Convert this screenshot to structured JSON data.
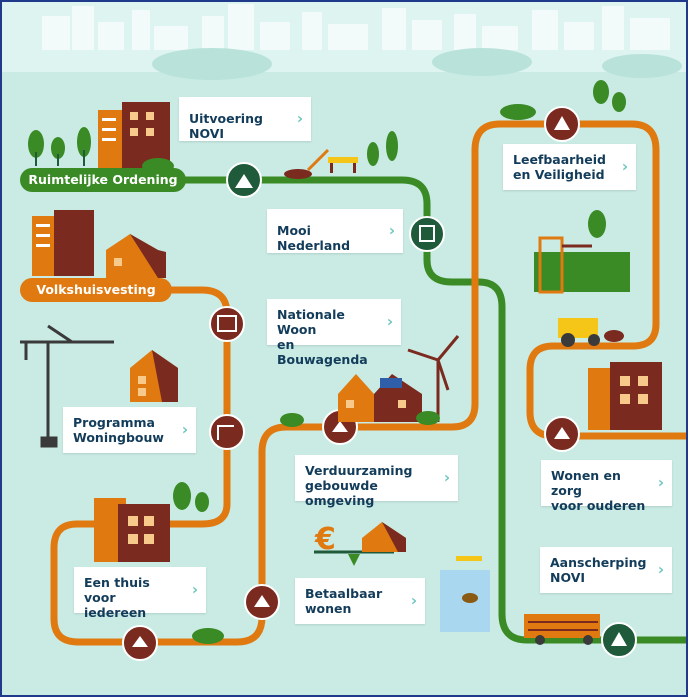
{
  "colors": {
    "background": "#c9ebe4",
    "green_route": "#3a8a25",
    "orange_route": "#e07a10",
    "node_green": "#1f5a3a",
    "node_brown": "#7a2a1e",
    "card_text": "#123c5a",
    "chevron": "#6fc7c1"
  },
  "labels": {
    "ruimtelijke_ordening": "Ruimtelijke Ordening",
    "volkshuisvesting": "Volkshuisvesting"
  },
  "cards": {
    "uitvoering_novi": "Uitvoering NOVI",
    "mooi_nederland": "Mooi Nederland",
    "nationale_woon": "Nationale Woon\nen Bouwagenda",
    "programma_woningbouw": "Programma\nWoningbouw",
    "verduurzaming": "Verduurzaming\ngebouwde omgeving",
    "een_thuis": "Een thuis voor\niedereen",
    "betaalbaar_wonen": "Betaalbaar\nwonen",
    "leefbaarheid": "Leefbaarheid\nen Veiligheid",
    "wonen_en_zorg": "Wonen en zorg\nvoor ouderen",
    "aanscherping_novi": "Aanscherping\nNOVI"
  },
  "icons": {
    "euro": "€",
    "chevron": "›"
  }
}
